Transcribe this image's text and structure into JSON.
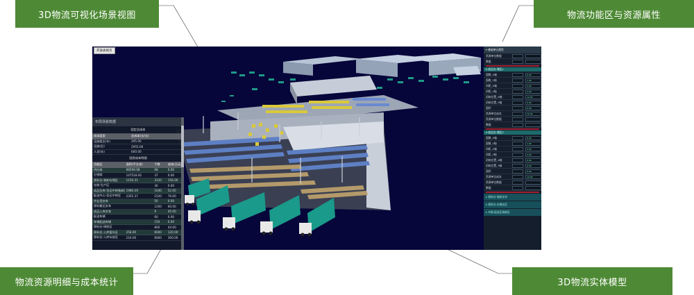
{
  "callouts": {
    "scene_view": "3D物流可视化场景视图",
    "function_area": "物流功能区与资源属性",
    "resource_stats": "物流资源明细与成本统计",
    "entity_model": "3D物流实体模型"
  },
  "viewport": {
    "top_button": "开放表格页"
  },
  "left_panel": {
    "title": "布局场景数据",
    "cost_section": "固定总成本",
    "cost_headers": [
      "成本类型",
      "总成本(元/元)"
    ],
    "cost_rows": [
      [
        "设施租金(年)",
        "295.00"
      ],
      [
        "设施(总)",
        "2955.00"
      ],
      [
        "人员(年)",
        "600.00"
      ]
    ],
    "detail_section": "固资成本明细",
    "detail_headers": [
      "功能区",
      "面积(平方米)",
      "个数",
      "成本(万元)"
    ],
    "detail_rows": [
      [
        "供应商",
        "98599.98",
        "68",
        "0.00"
      ],
      [
        "分销商",
        "147518.92",
        "37",
        "0.00"
      ],
      [
        "原料仓-装卸存储区",
        "1150.31",
        "3120",
        "156.00"
      ],
      [
        "包装-生产区",
        "",
        "30",
        "0.00"
      ],
      [
        "成品仓库-货运中转装卸区",
        "1980.49",
        "1040",
        "52.00"
      ],
      [
        "配送中心-货运中转区",
        "2355.37",
        "1520",
        "76.00"
      ],
      [
        "作业用叉车",
        "",
        "50",
        "0.00"
      ],
      [
        "原料搬运叉车",
        "",
        "1200",
        "60.00"
      ],
      [
        "成品入库叉车",
        "",
        "9",
        "45.00"
      ],
      [
        "配送车辆",
        "",
        "60",
        "0.00"
      ],
      [
        "车辆配送车辆",
        "",
        "150",
        "0.00"
      ],
      [
        "原料仓-接收区",
        "",
        "800",
        "44.00"
      ],
      [
        "原料仓-入库暂存区",
        "258.00",
        "6000",
        "120.00"
      ],
      [
        "原料仓-入库存放区",
        "216.00",
        "6000",
        "300.00"
      ]
    ]
  },
  "right_panel": {
    "section1": "▾ 基础单元属性",
    "rows_top": [
      {
        "label": "资源单位数据",
        "value": ""
      },
      {
        "label": "数据",
        "value": ""
      }
    ],
    "section2": "▾ 成品仓-储区1",
    "rows_mid": [
      {
        "label": "面数_X轴",
        "value": "6.00"
      },
      {
        "label": "面数_Y轴",
        "value": "1.00"
      },
      {
        "label": "间距_X轴",
        "value": "5.00"
      },
      {
        "label": "间距_Y轴",
        "value": "2.00"
      },
      {
        "label": "初始位置_X轴",
        "value": "10.00"
      },
      {
        "label": "初始位置_Y轴",
        "value": "0.00"
      },
      {
        "label": "面积",
        "value": "0.00"
      },
      {
        "label": "资源单位成本",
        "value": "10.00"
      },
      {
        "label": "资源单位数据",
        "value": ""
      },
      {
        "label": "数据",
        "value": ""
      }
    ],
    "section3": "▾ 成品仓-储区2",
    "rows_low": [
      {
        "label": "面数_X轴",
        "value": "6.00"
      },
      {
        "label": "面数_Y轴",
        "value": "1.00"
      },
      {
        "label": "间距_X轴",
        "value": "5.00"
      },
      {
        "label": "间距_Y轴",
        "value": "2.00"
      },
      {
        "label": "初始位置_X轴",
        "value": "0.00"
      },
      {
        "label": "初始位置_Y轴",
        "value": "0.00"
      },
      {
        "label": "面积",
        "value": "0.00"
      },
      {
        "label": "资源单位成本",
        "value": "10.00"
      },
      {
        "label": "资源单位数据",
        "value": ""
      },
      {
        "label": "数据",
        "value": ""
      }
    ],
    "folds": [
      "▸ 原料仓-装卸叉车",
      "▸ 原料仓-存储叉区",
      "▸ 车辆-配送区装卸区"
    ]
  },
  "colors": {
    "callout_bg": "#4e8a35",
    "scene_bg": "#06063a",
    "truck_cab": "#e8e8e8",
    "truck_box": "#1a9a8a",
    "rack_blue": "#5d7fc4",
    "rack_yellow": "#d9c93a"
  }
}
